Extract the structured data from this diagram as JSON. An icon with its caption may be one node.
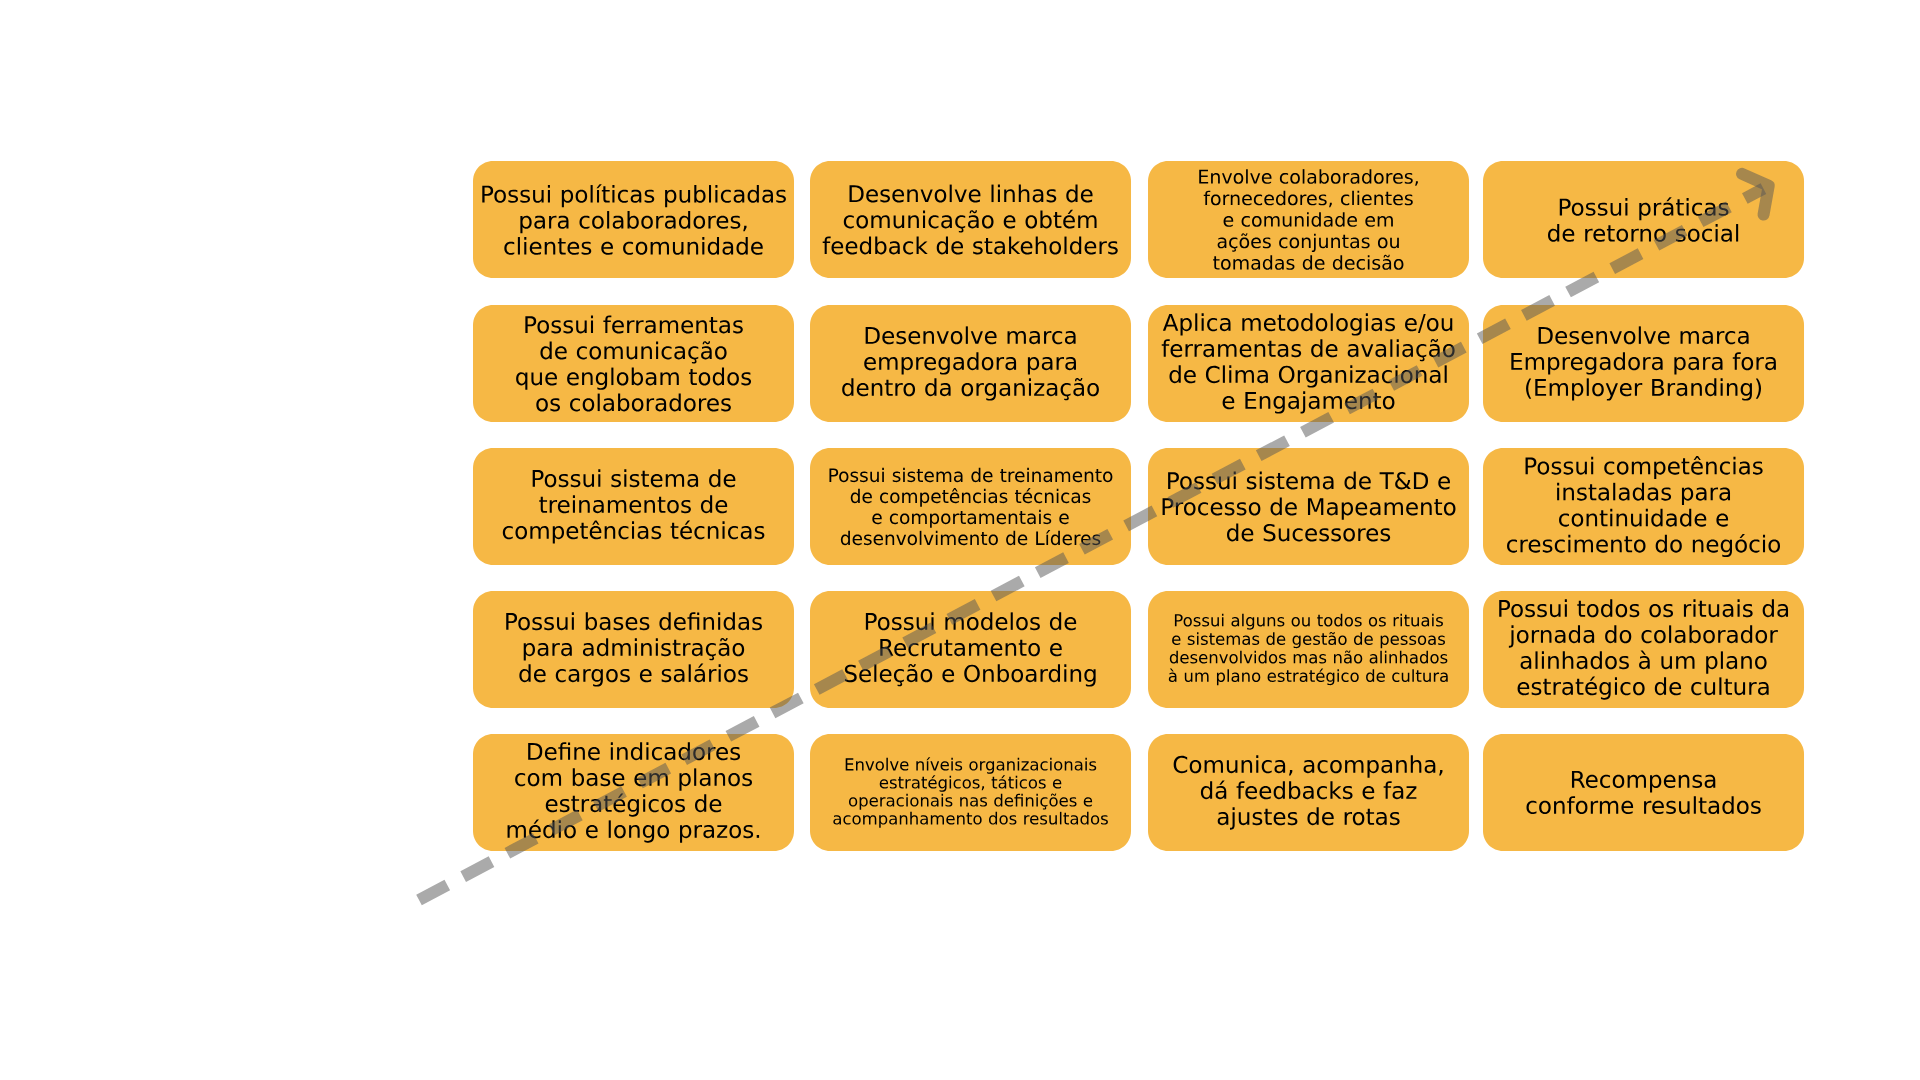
{
  "diagram": {
    "nodes": [
      {
        "text": [
          "Possui políticas publicadas para colaboradores, clientes e comunidade"
        ]
      },
      {
        "text": [
          "Desenvolve linhas de comunicação e obtém feedback de stakeholders"
        ]
      },
      {
        "text": [
          "Envolve colaboradores, fornecedores, clientes e comunidade em ações conjuntas ou tomadas de decisão"
        ]
      },
      {
        "text": [
          "Possui práticas de retorno social"
        ]
      },
      {
        "text": [
          "Possui ferramentas de comunicação que englobam todos os colaboradores"
        ]
      },
      {
        "text": [
          "Desenvolve marca empregadora para dentro da organização"
        ]
      },
      {
        "text": [
          "Aplica metodologias e/ou ferramentas de avaliação de Clima Organizacional e Engajamento"
        ]
      },
      {
        "text": [
          "Desenvolve marca Empregadora para fora (Employer Branding)"
        ]
      },
      {
        "text": [
          "Possui sistema de treinamentos de competências técnicas"
        ]
      },
      {
        "text": [
          "Possui sistema de treinamento de competências técnicas e comportamentais e desenvolvimento de Líderes"
        ]
      },
      {
        "text": [
          "Possui sistema de T&D e Processo de Mapeamento de Sucessores"
        ]
      },
      {
        "text": [
          "Possui competências instaladas para continuidade e crescimento do negócio"
        ]
      },
      {
        "text": [
          "Possui bases definidas para administração de cargos e salários"
        ]
      },
      {
        "text": [
          "Possui modelos de Recrutamento e Seleção e Onboarding"
        ]
      },
      {
        "text": [
          "Possui alguns ou todos os rituais e sistemas de gestão de pessoas desenvolvidos mas não alinhados à um plano estratégico de cultura"
        ]
      },
      {
        "text": [
          "Possui todos os rituais da jornada do colaborador alinhados à um plano estratégico de cultura"
        ]
      },
      {
        "text": [
          "Define indicadores com base em planos estratégicos de médio e longo prazos."
        ]
      },
      {
        "text": [
          "Envolve níveis organizacionais estratégicos, táticos e operacionais nas definições e acompanhamento dos resultados"
        ]
      },
      {
        "text": [
          "Comunica, acompanha, dá feedbacks e faz ajustes de rotas"
        ]
      },
      {
        "text": [
          "Recompensa conforme resultados"
        ]
      }
    ]
  }
}
